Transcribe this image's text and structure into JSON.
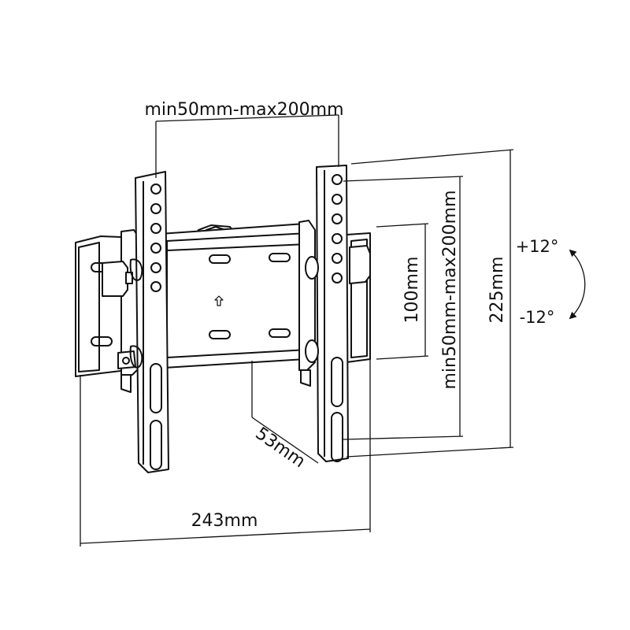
{
  "diagram": {
    "line_color": "#111111",
    "labels": {
      "vesa_horizontal": "min50mm-max200mm",
      "vesa_vertical": "min50mm-max200mm",
      "width": "243mm",
      "height": "225mm",
      "depth": "53mm",
      "inner_vertical": "100mm",
      "tilt_up": "+12°",
      "tilt_down": "-12°"
    },
    "icons": [
      "up-arrow-icon",
      "tilt-arrow-icon"
    ]
  }
}
